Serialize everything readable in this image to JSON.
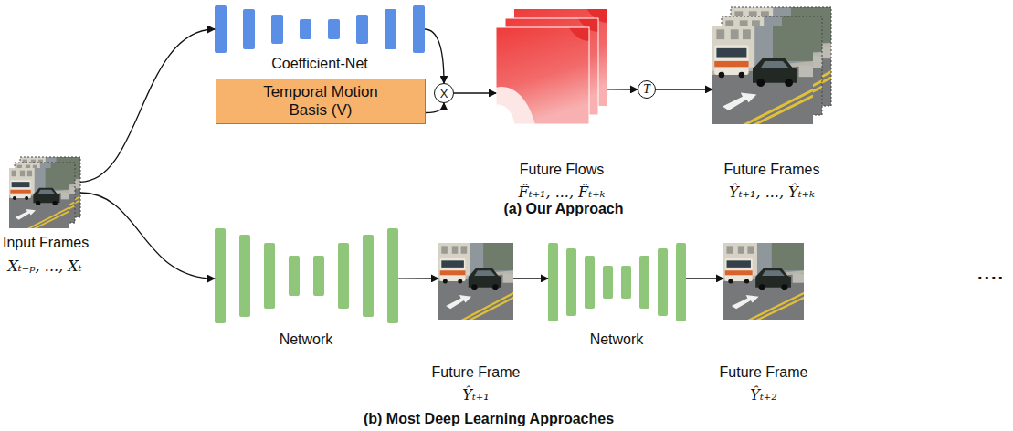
{
  "diagram": {
    "nodes": [
      {
        "text": [
          "Input Frames",
          "Xₜ₋ₚ, ..., Xₜ"
        ]
      },
      {
        "text": [
          "Coefficient-Net"
        ]
      },
      {
        "text": [
          "Temporal Motion Basis (V)"
        ]
      },
      {
        "text": [
          "X"
        ]
      },
      {
        "text": [
          "Future Flows",
          "F̂ₜ₊₁, ..., F̂ₜ₊ₖ"
        ]
      },
      {
        "text": [
          "T"
        ]
      },
      {
        "text": [
          "Future Frames",
          "Ŷₜ₊₁, ..., Ŷₜ₊ₖ"
        ]
      },
      {
        "text": [
          "Network"
        ]
      },
      {
        "text": [
          "Future Frame",
          "Ŷₜ₊₁"
        ]
      },
      {
        "text": [
          "Network"
        ]
      },
      {
        "text": [
          "Future Frame",
          "Ŷₜ₊₂"
        ]
      }
    ],
    "edges": [
      {
        "from": 0,
        "to": 1,
        "arrow": "to"
      },
      {
        "from": 0,
        "to": 7,
        "arrow": "to"
      },
      {
        "from": 1,
        "to": 3,
        "arrow": "to"
      },
      {
        "from": 2,
        "to": 3,
        "arrow": "to"
      },
      {
        "from": 3,
        "to": 4,
        "arrow": "to"
      },
      {
        "from": 4,
        "to": 5,
        "arrow": "to"
      },
      {
        "from": 5,
        "to": 6,
        "arrow": "to"
      },
      {
        "from": 7,
        "to": 8,
        "arrow": "to"
      },
      {
        "from": 8,
        "to": 9,
        "arrow": "to"
      },
      {
        "from": 9,
        "to": 10,
        "arrow": "to"
      }
    ],
    "labels": [
      "(a) Our Approach",
      "(b) Most Deep Learning Approaches",
      "...."
    ]
  }
}
